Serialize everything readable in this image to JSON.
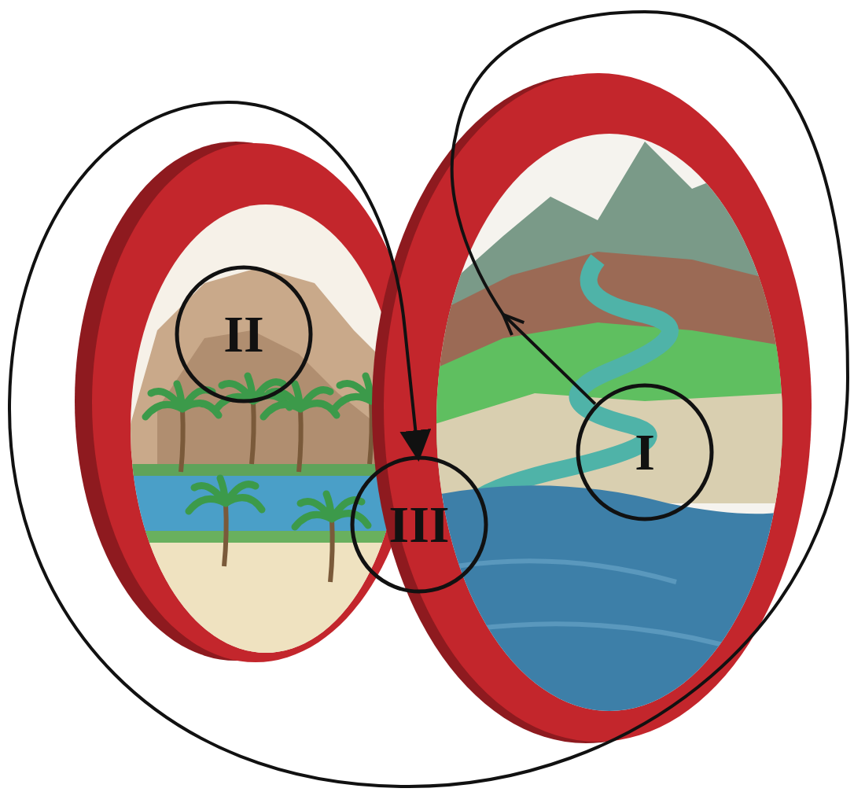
{
  "diagram": {
    "nodes": [
      {
        "text": [
          "II"
        ]
      },
      {
        "text": [
          "I"
        ]
      },
      {
        "text": [
          "III"
        ]
      }
    ],
    "edges": [
      {
        "from": 1,
        "to": 2,
        "arrow": "to"
      }
    ]
  }
}
